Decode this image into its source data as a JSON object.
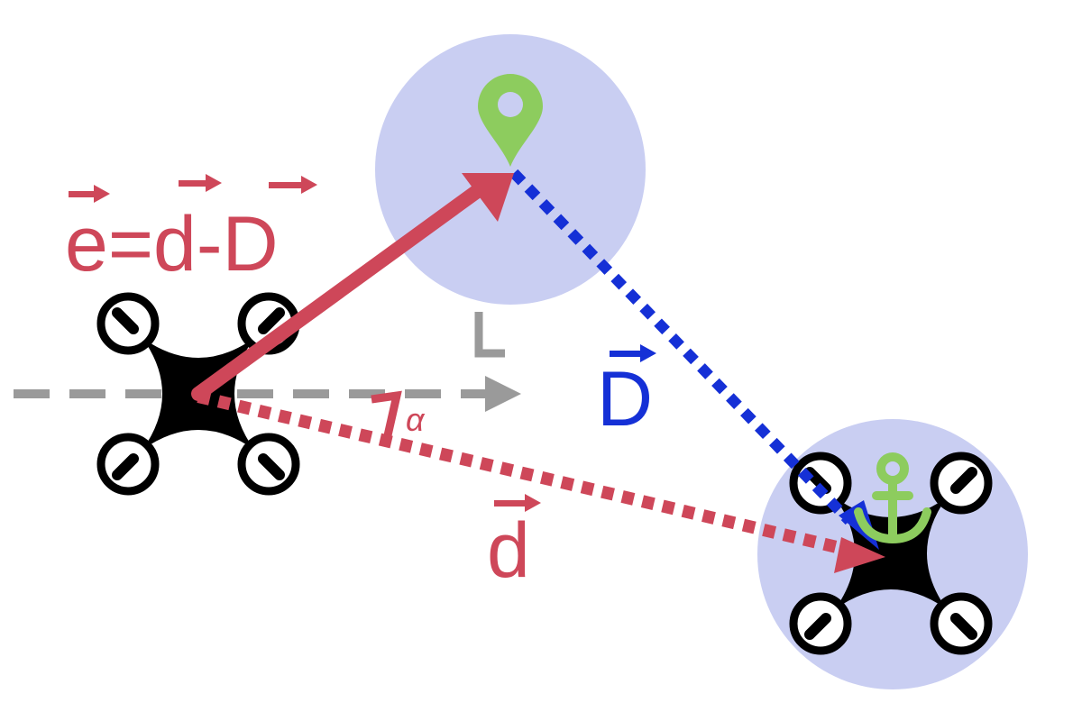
{
  "labels": {
    "error_equation": "e=d-D",
    "error_vectors": [
      "e",
      "d",
      "D"
    ],
    "vector_d": "d",
    "vector_D": "D",
    "angle": "α"
  },
  "colors": {
    "red": "#CE4759",
    "blue": "#1530D6",
    "gray": "#9A9A9A",
    "green": "#8DCC5E",
    "region": "#C9CEF2",
    "drone": "#000000"
  },
  "icons": [
    "drone-icon",
    "location-pin-icon",
    "anchor-icon"
  ]
}
